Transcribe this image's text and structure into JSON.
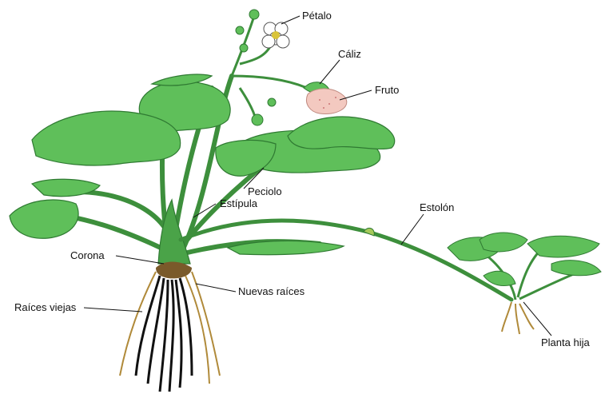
{
  "colors": {
    "leaf": "#5fbf5a",
    "leaf_dark": "#2f7a32",
    "stem": "#3d8f3c",
    "old_roots": "#111111",
    "new_roots": "#b08a3a",
    "fruit": "#f3c9c0",
    "petal": "#ffffff",
    "flower_center": "#d9c43a"
  },
  "labels": {
    "petalo": "Pétalo",
    "caliz": "Cáliz",
    "fruto": "Fruto",
    "peciolo": "Peciolo",
    "estipula": "Estípula",
    "estolon": "Estolón",
    "corona": "Corona",
    "nuevas_raices": "Nuevas raíces",
    "raices_viejas": "Raíces viejas",
    "planta_hija": "Planta hija"
  }
}
